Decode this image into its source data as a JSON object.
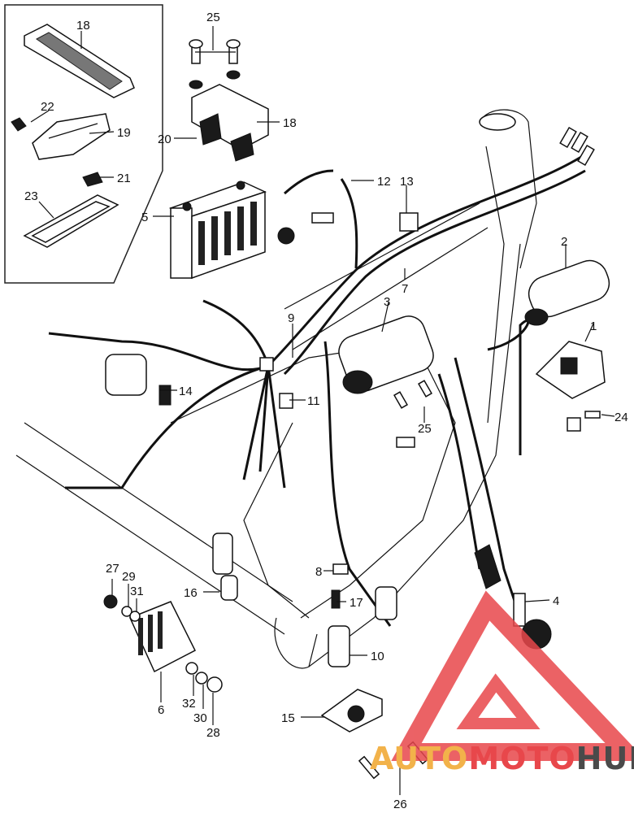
{
  "callouts": [
    {
      "id": "c1",
      "text": "1"
    },
    {
      "id": "c2",
      "text": "2"
    },
    {
      "id": "c3",
      "text": "3"
    },
    {
      "id": "c4",
      "text": "4"
    },
    {
      "id": "c5",
      "text": "5"
    },
    {
      "id": "c6",
      "text": "6"
    },
    {
      "id": "c7",
      "text": "7"
    },
    {
      "id": "c8",
      "text": "8"
    },
    {
      "id": "c9",
      "text": "9"
    },
    {
      "id": "c10",
      "text": "10"
    },
    {
      "id": "c11",
      "text": "11"
    },
    {
      "id": "c12",
      "text": "12"
    },
    {
      "id": "c13",
      "text": "13"
    },
    {
      "id": "c14",
      "text": "14"
    },
    {
      "id": "c15",
      "text": "15"
    },
    {
      "id": "c16",
      "text": "16"
    },
    {
      "id": "c17",
      "text": "17"
    },
    {
      "id": "c18a",
      "text": "18"
    },
    {
      "id": "c18b",
      "text": "18"
    },
    {
      "id": "c19",
      "text": "19"
    },
    {
      "id": "c20",
      "text": "20"
    },
    {
      "id": "c21",
      "text": "21"
    },
    {
      "id": "c22",
      "text": "22"
    },
    {
      "id": "c23",
      "text": "23"
    },
    {
      "id": "c24",
      "text": "24"
    },
    {
      "id": "c25a",
      "text": "25"
    },
    {
      "id": "c25b",
      "text": "25"
    },
    {
      "id": "c26",
      "text": "26"
    },
    {
      "id": "c27",
      "text": "27"
    },
    {
      "id": "c28",
      "text": "28"
    },
    {
      "id": "c29",
      "text": "29"
    },
    {
      "id": "c30",
      "text": "30"
    },
    {
      "id": "c31",
      "text": "31"
    },
    {
      "id": "c32",
      "text": "32"
    }
  ],
  "watermark": {
    "part1": "AUTO",
    "part2": "MOTO",
    "part3": "HUB",
    "color_auto": "#f2b24a",
    "color_moto": "#e8474b",
    "color_hub": "#4a4a4a",
    "logo_color": "#e8474b"
  }
}
